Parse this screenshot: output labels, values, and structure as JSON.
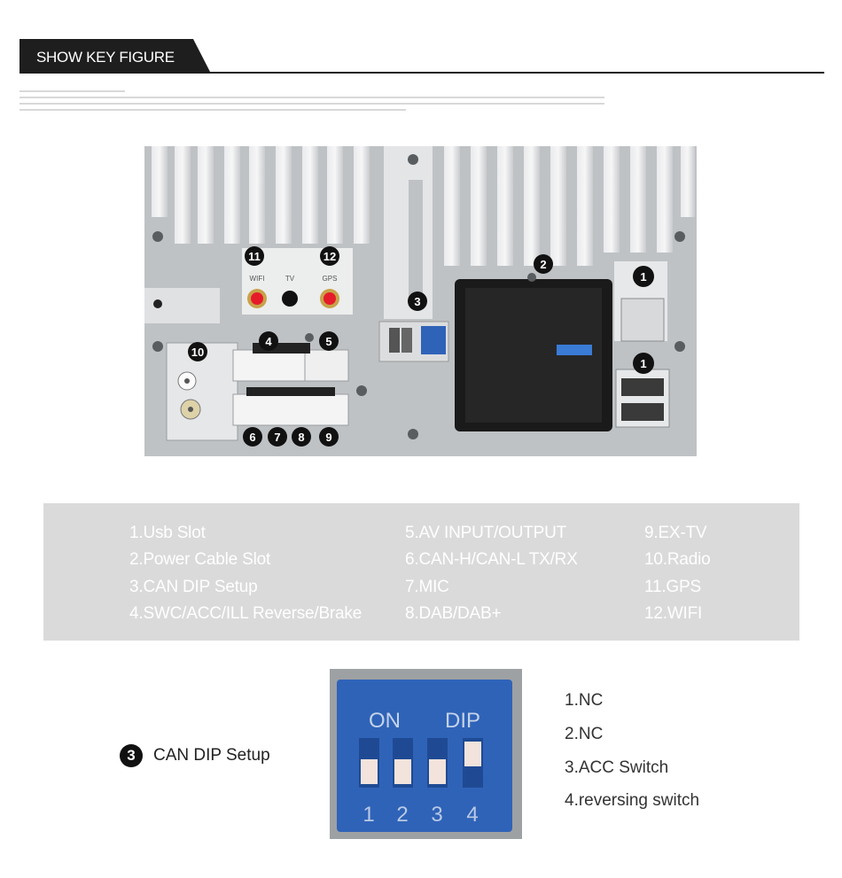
{
  "header": {
    "title": "SHOW KEY FIGURE"
  },
  "panel_labels": {
    "l1a": "1",
    "l1b": "1",
    "l2": "2",
    "l3": "3",
    "l4": "4",
    "l5": "5",
    "l6": "6",
    "l7": "7",
    "l8": "8",
    "l9": "9",
    "l10": "10",
    "l11": "11",
    "l12": "12",
    "wifi": "WIFI",
    "tv": "TV",
    "gps": "GPS"
  },
  "legend": {
    "col1": [
      "1.Usb Slot",
      "2.Power Cable Slot",
      "3.CAN DIP Setup",
      "4.SWC/ACC/ILL Reverse/Brake"
    ],
    "col2": [
      "5.AV INPUT/OUTPUT",
      "6.CAN-H/CAN-L TX/RX",
      "7.MIC",
      "8.DAB/DAB+"
    ],
    "col3": [
      "9.EX-TV",
      "10.Radio",
      "11.GPS",
      "12.WIFI"
    ]
  },
  "dip_section": {
    "number": "3",
    "title": "CAN DIP Setup",
    "photo_on": "ON",
    "photo_dip": "DIP",
    "switch_numbers": [
      "1",
      "2",
      "3",
      "4"
    ],
    "items": [
      "1.NC",
      "2.NC",
      "3.ACC Switch",
      "4.reversing switch"
    ]
  },
  "colors": {
    "dark": "#1e1e1e",
    "legend_bg": "#dadada",
    "dip_blue": "#2f63b8",
    "panel": "#cfd1d3"
  }
}
